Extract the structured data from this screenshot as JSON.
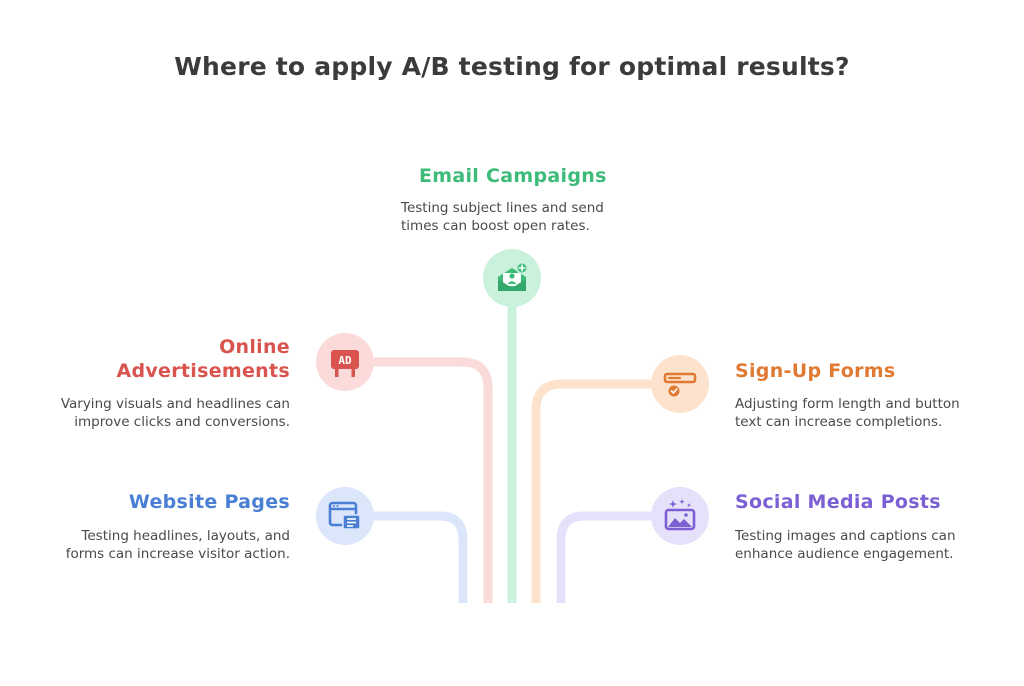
{
  "title": "Where to apply A/B testing for optimal results?",
  "colors": {
    "email": "#3dbb78",
    "ads": "#d9534f",
    "website": "#4a7fd4",
    "signup": "#e07a33",
    "social": "#7b5fd3"
  },
  "items": {
    "email": {
      "heading": "Email Campaigns",
      "description": "Testing subject lines and send times can boost open rates.",
      "icon": "email-envelope-icon"
    },
    "ads": {
      "heading": "Online Advertisements",
      "description": "Varying visuals and headlines can improve clicks and conversions.",
      "icon": "ad-billboard-icon"
    },
    "website": {
      "heading": "Website Pages",
      "description": "Testing headlines, layouts, and forms can increase visitor action.",
      "icon": "browser-window-icon"
    },
    "signup": {
      "heading": "Sign-Up Forms",
      "description": "Adjusting form length and button text can increase completions.",
      "icon": "form-checkbox-icon"
    },
    "social": {
      "heading": "Social Media Posts",
      "description": "Testing images and captions can enhance audience engagement.",
      "icon": "image-sparkle-icon"
    }
  }
}
